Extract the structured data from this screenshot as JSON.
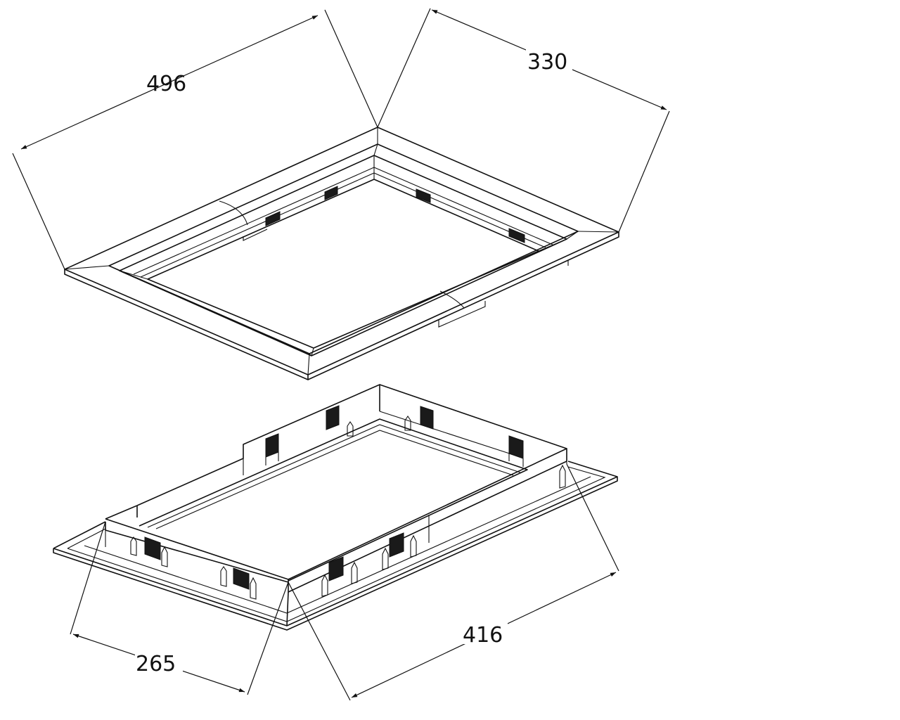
{
  "dimensions": {
    "top_length": "496",
    "top_width": "330",
    "bottom_width": "265",
    "bottom_length": "416"
  },
  "colors": {
    "line": "#111111",
    "background": "#ffffff"
  }
}
